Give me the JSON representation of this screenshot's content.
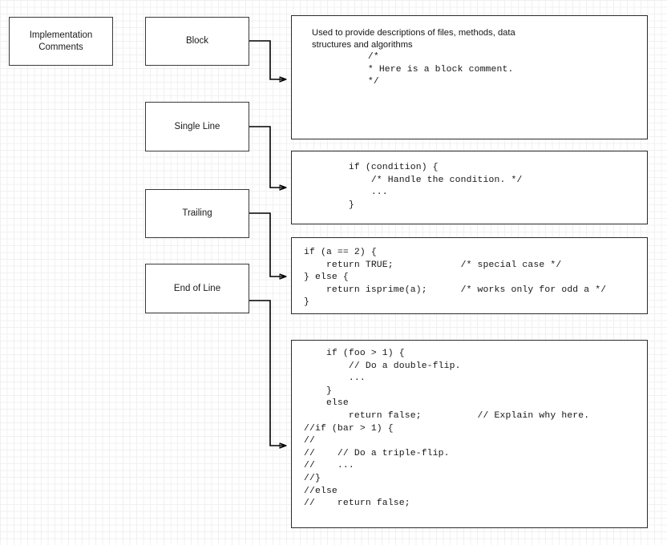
{
  "diagram": {
    "title": "Implementation Comments",
    "nodes": [
      {
        "id": "implementation-comments",
        "label": "Implementation\nComments"
      },
      {
        "id": "block",
        "label": "Block"
      },
      {
        "id": "single-line",
        "label": "Single Line"
      },
      {
        "id": "trailing",
        "label": "Trailing"
      },
      {
        "id": "end-of-line",
        "label": "End of Line"
      }
    ],
    "panels": [
      {
        "id": "block-panel",
        "description": "Used to provide descriptions of files, methods, data\nstructures and algorithms",
        "code": "          /*\n          * Here is a block comment.\n          */"
      },
      {
        "id": "single-line-panel",
        "description": "",
        "code": "        if (condition) {\n            /* Handle the condition. */\n            ...\n        }"
      },
      {
        "id": "trailing-panel",
        "description": "",
        "code": "if (a == 2) {\n    return TRUE;            /* special case */\n} else {\n    return isprime(a);      /* works only for odd a */\n}"
      },
      {
        "id": "end-of-line-panel",
        "description": "",
        "code": "    if (foo > 1) {\n        // Do a double-flip.\n        ...\n    }\n    else\n        return false;          // Explain why here.\n//if (bar > 1) {\n//\n//    // Do a triple-flip.\n//    ...\n//}\n//else\n//    return false;"
      }
    ],
    "colors": {
      "node_border": "#3a3a3a",
      "panel_border": "#2b2b2b",
      "connector": "#000000",
      "text": "#16161a",
      "background": "#ffffff",
      "grid_minor": "#f0f0f0",
      "grid_major": "#e2e2e2"
    }
  }
}
